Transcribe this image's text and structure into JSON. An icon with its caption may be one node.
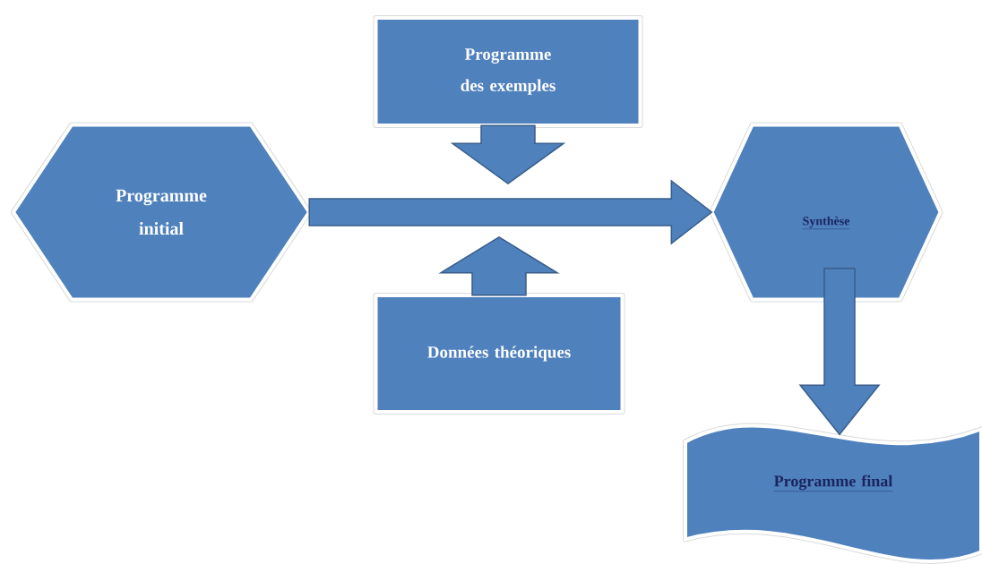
{
  "diagram": {
    "nodes": [
      {
        "text": [
          "Programme initial"
        ]
      },
      {
        "text": [
          "Programme des exemples"
        ]
      },
      {
        "text": [
          "Synthèse"
        ]
      },
      {
        "text": [
          "Données théoriques"
        ]
      },
      {
        "text": [
          "Programme final"
        ]
      }
    ],
    "edges": [
      {
        "from": 0,
        "to": 2,
        "arrow": "to"
      },
      {
        "from": 1,
        "to": null,
        "arrow": "to"
      },
      {
        "from": 3,
        "to": null,
        "arrow": "to"
      },
      {
        "from": 2,
        "to": 4,
        "arrow": "to"
      }
    ]
  }
}
